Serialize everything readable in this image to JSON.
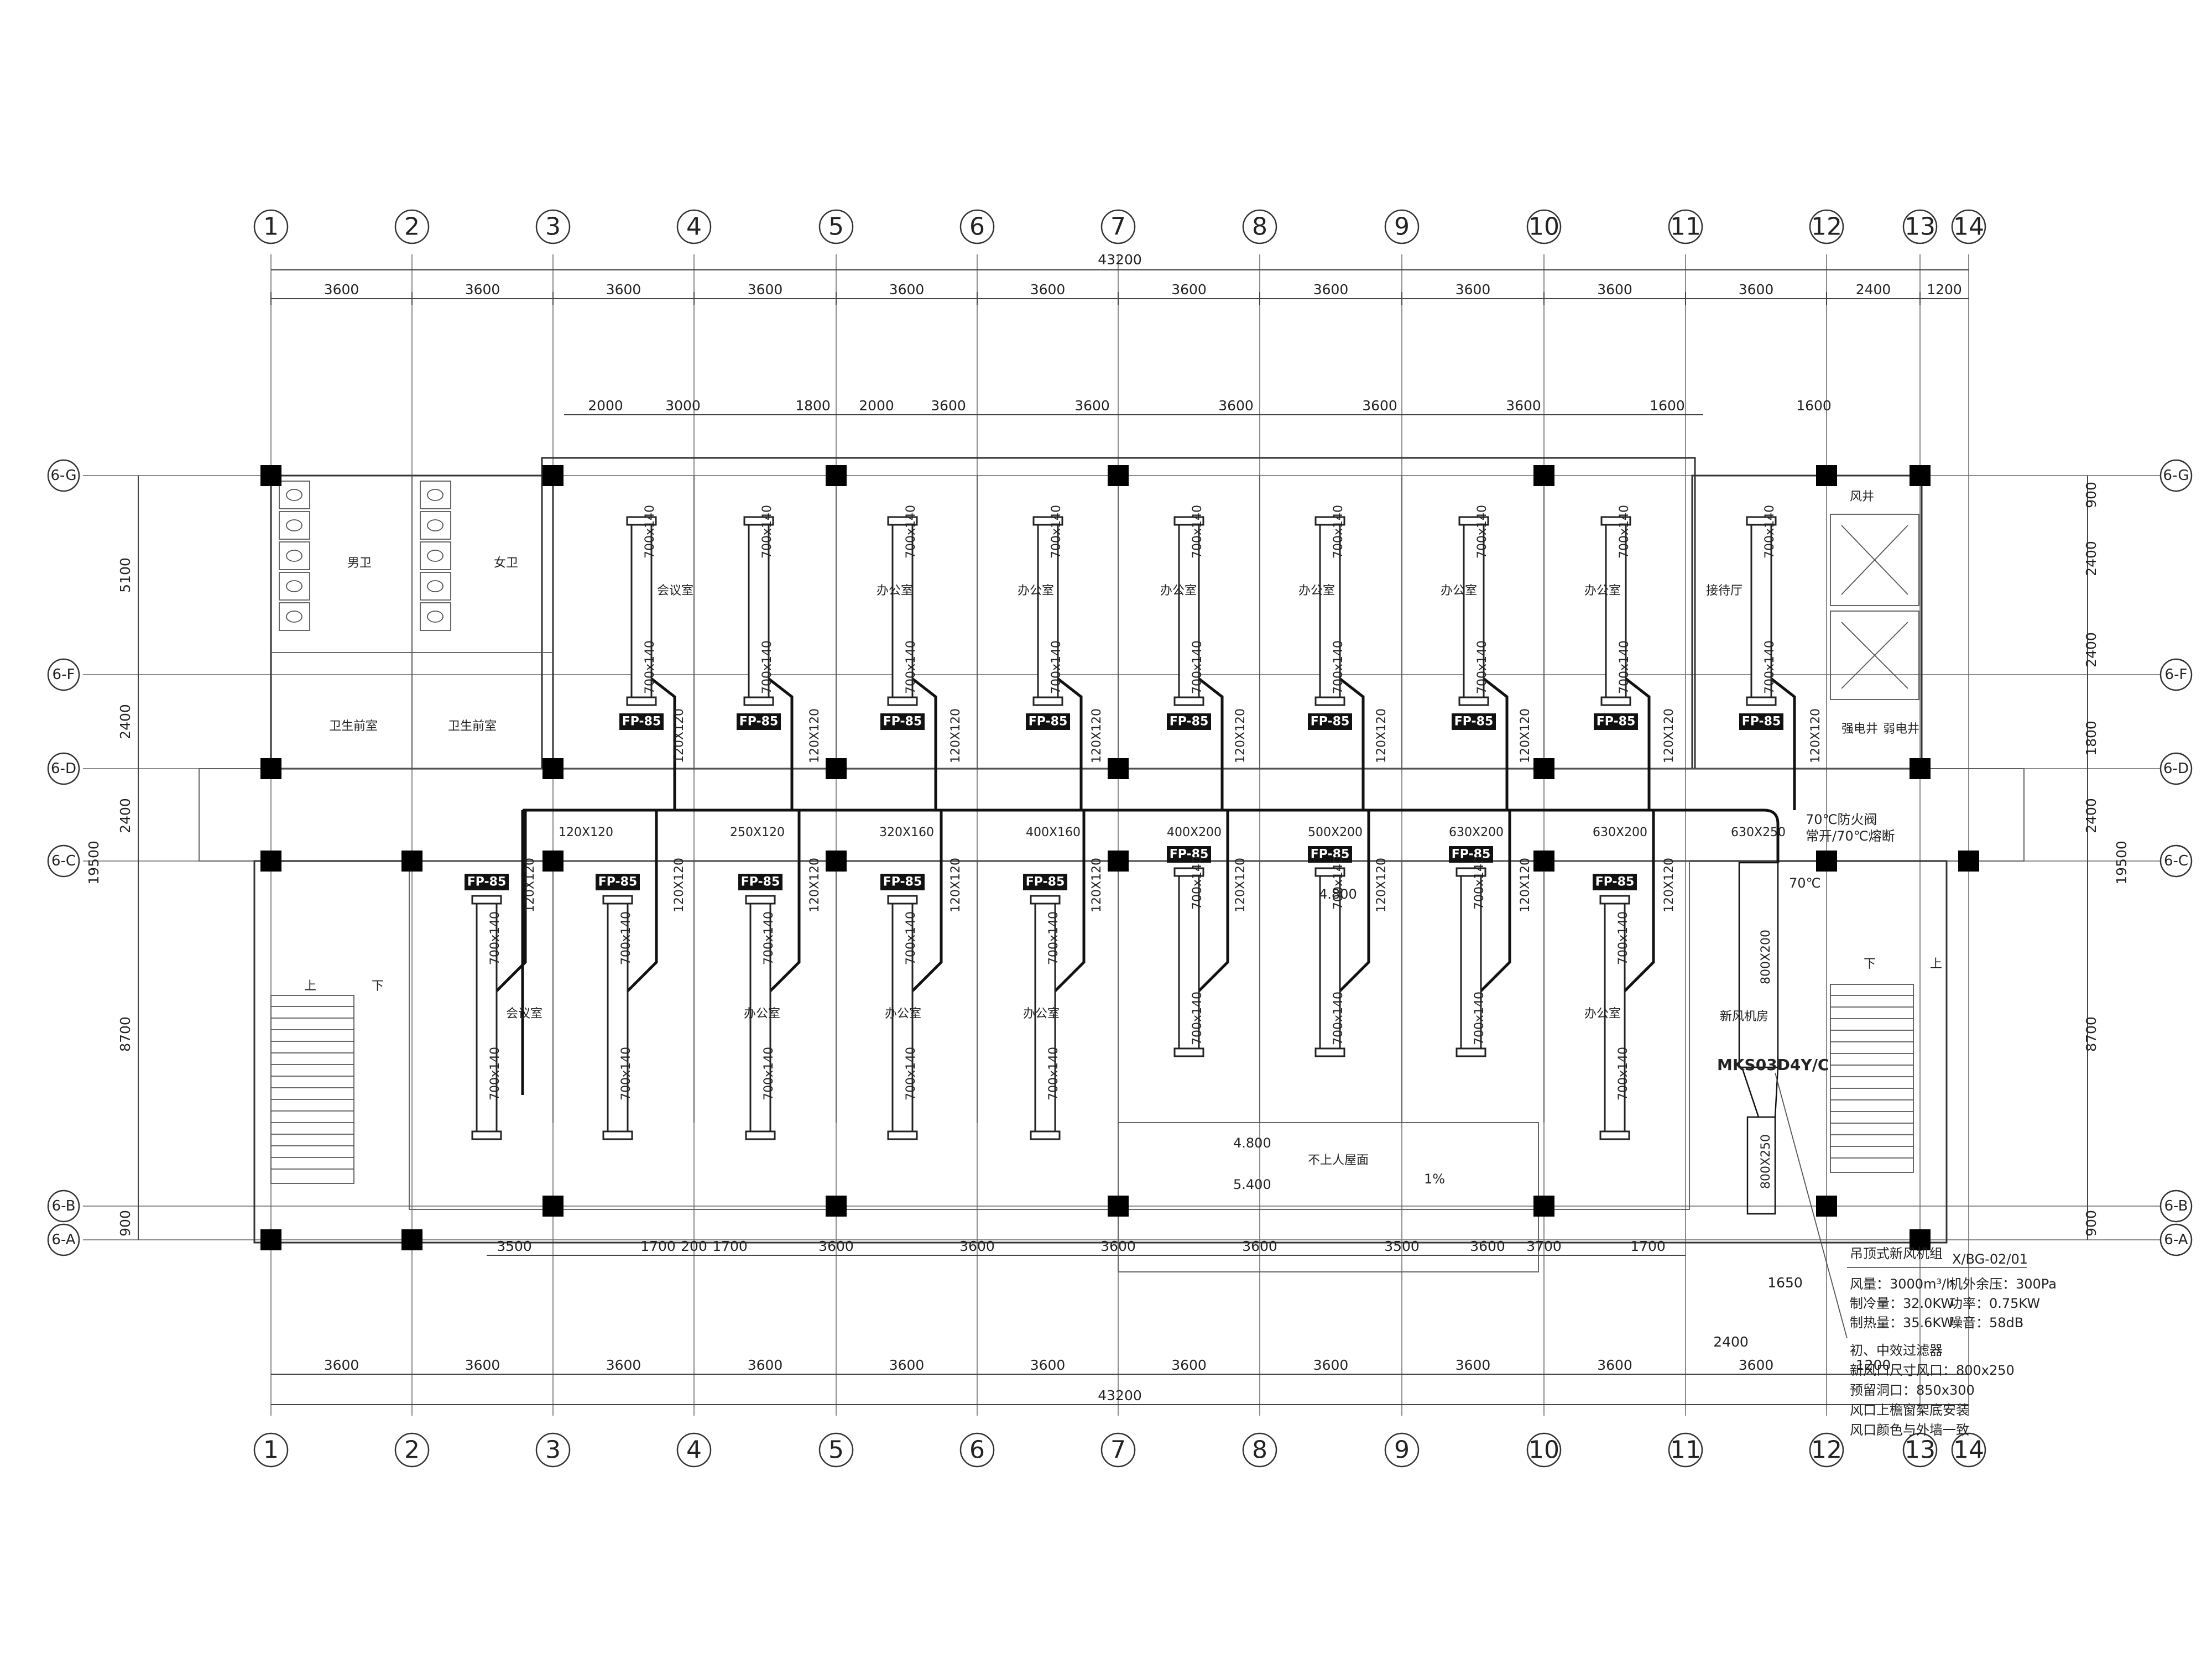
{
  "drawing": {
    "axes_top": [
      "1",
      "2",
      "3",
      "4",
      "5",
      "6",
      "7",
      "8",
      "9",
      "10",
      "11",
      "12",
      "13",
      "14"
    ],
    "axes_bottom": [
      "1",
      "2",
      "3",
      "4",
      "5",
      "6",
      "7",
      "8",
      "9",
      "10",
      "11",
      "12",
      "13",
      "14"
    ],
    "axes_side": [
      "6-G",
      "6-F",
      "6-D",
      "6-C",
      "6-B",
      "6-A"
    ],
    "overall_dim": "43200",
    "bay_dims_top": [
      "3600",
      "3600",
      "3600",
      "3600",
      "3600",
      "3600",
      "3600",
      "3600",
      "3600",
      "3600",
      "3600",
      "2400",
      "1200"
    ],
    "bay_dims_bottom": [
      "3600",
      "3600",
      "3600",
      "3600",
      "3600",
      "3600",
      "3600",
      "3600",
      "3600",
      "3600",
      "3600",
      "1200"
    ],
    "upper_sub_dims": [
      "2000",
      "3000",
      "1800",
      "2000",
      "3600",
      "3600",
      "3600",
      "3600",
      "3600",
      "1600",
      "1600"
    ],
    "lower_sub_dims": [
      "3500",
      "1700",
      "200",
      "1700",
      "3600",
      "3600",
      "3600",
      "3600",
      "3500",
      "3700",
      "1700",
      "3600",
      "1650",
      "2400"
    ],
    "side_dims_left": [
      "5100",
      "2400",
      "2400",
      "8700",
      "900"
    ],
    "side_dims_right": [
      "900",
      "2400",
      "2400",
      "1800",
      "2400",
      "8700",
      "900"
    ],
    "overall_side_dim": "19500",
    "rooms": {
      "mens_wc": "男卫",
      "womens_wc": "女卫",
      "wash_room_1": "卫生前室",
      "wash_room_2": "卫生前室",
      "meeting_upper": "会议室",
      "office": "办公室",
      "reception": "接待厅",
      "meeting_lower": "会议室",
      "shaft": "风井",
      "strong_elec": "强电井",
      "weak_elec": "弱电井",
      "roof_note": "不上人屋面",
      "fresh_air_room": "新风机房",
      "stair_up": "上",
      "stair_down": "下"
    },
    "fcu_label": "FP-85",
    "duct_branch": "700x140",
    "riser_size": "120X120",
    "main_duct_sizes": [
      "120X120",
      "250X120",
      "320X160",
      "400X160",
      "400X200",
      "500X200",
      "630X200",
      "630X200",
      "630X250"
    ],
    "vertical_duct_1": "800X200",
    "vertical_duct_2": "800X250",
    "fire_damper_note_1": "70℃防火阀",
    "fire_damper_note_2": "常开/70℃熔断",
    "fire_damper_short": "70℃",
    "unit_model": "MKS03D4Y/C",
    "elevations": [
      "4.800",
      "5.400",
      "4.800"
    ],
    "slope": "1%",
    "equipment_table": {
      "title": "吊顶式新风机组",
      "code": "X/BG-02/01",
      "rows": [
        [
          "风量：3000m³/h",
          "机外余压：300Pa"
        ],
        [
          "制冷量：32.0KW",
          "功率：0.75KW"
        ],
        [
          "制热量：35.6KW",
          "噪音：58dB"
        ]
      ],
      "notes": [
        "初、中效过滤器",
        "新风口尺寸风口：800x250",
        "预留洞口：850x300",
        "风口上檐窗架底安装",
        "风口颜色与外墙一致"
      ]
    }
  }
}
